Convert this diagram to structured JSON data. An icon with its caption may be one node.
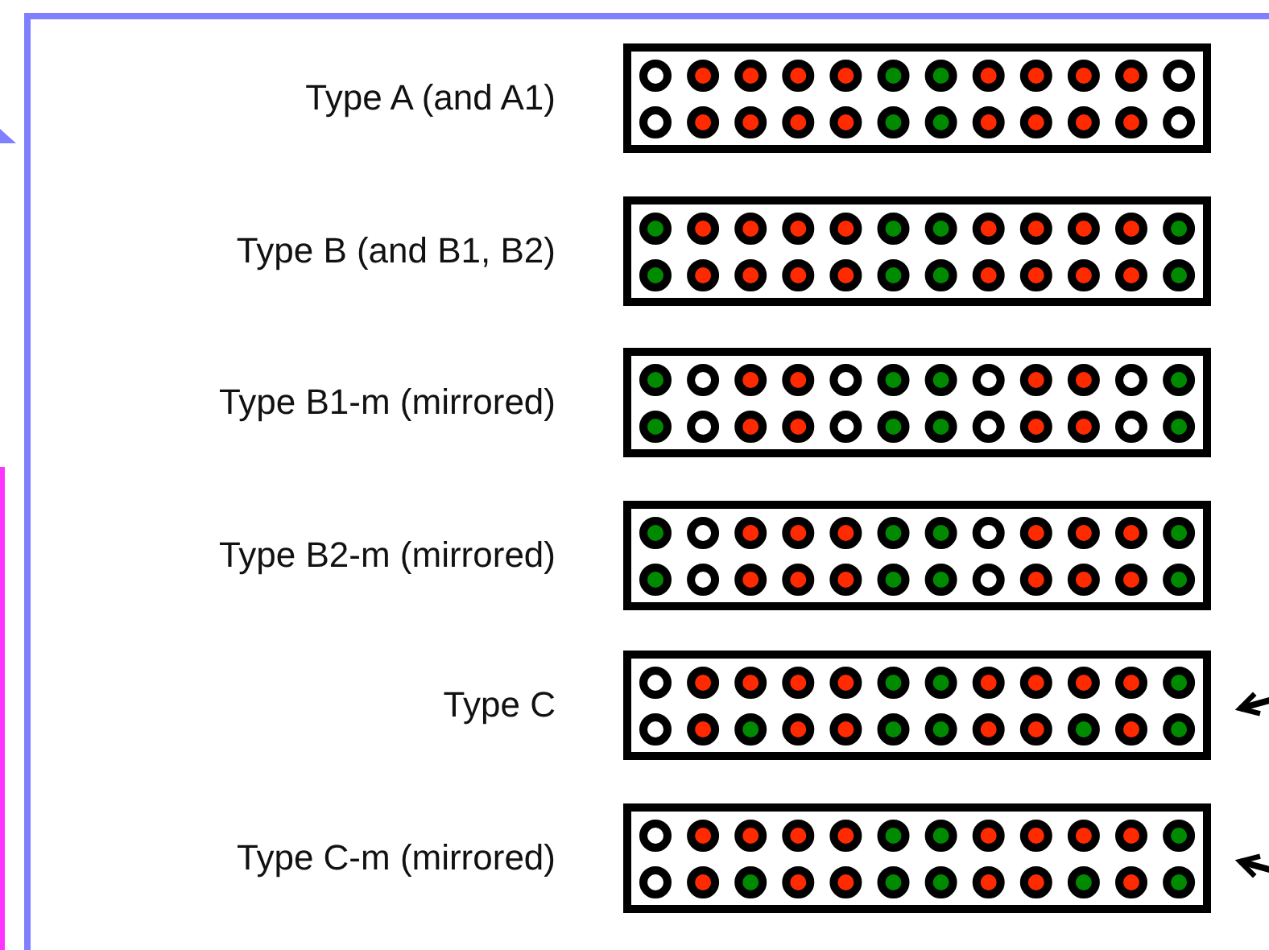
{
  "diagram": {
    "nodes": [
      {
        "text": [
          "Type A (and A1)"
        ]
      },
      {
        "text": [
          "Type B (and B1, B2)"
        ]
      },
      {
        "text": [
          "Type B1-m (mirrored)"
        ]
      },
      {
        "text": [
          "Type B2-m (mirrored)"
        ]
      },
      {
        "text": [
          "Type C"
        ]
      },
      {
        "text": [
          "Type C-m (mirrored)"
        ]
      }
    ],
    "edges": [
      {
        "from": null,
        "to": 4,
        "arrow": "to"
      },
      {
        "from": null,
        "to": 5,
        "arrow": "to"
      }
    ]
  }
}
